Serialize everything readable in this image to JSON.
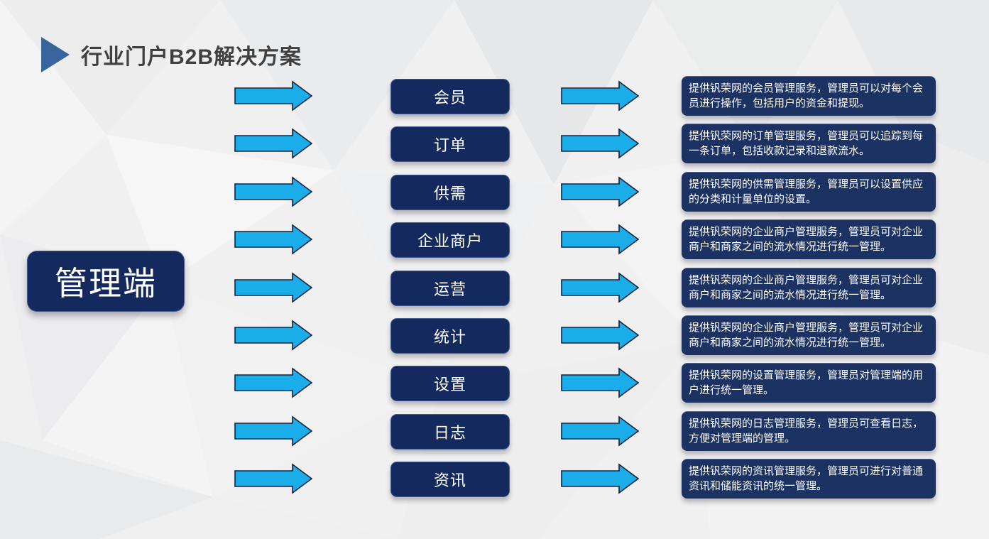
{
  "title": {
    "text": "行业门户B2B解决方案"
  },
  "left_panel": {
    "label": "管理端"
  },
  "rows": [
    {
      "label": "会员",
      "desc": "提供钒荣网的会员管理服务，管理员可以对每个会员进行操作，包括用户的资金和提现。"
    },
    {
      "label": "订单",
      "desc": "提供钒荣网的订单管理服务，管理员可以追踪到每一条订单，包括收款记录和退款流水。"
    },
    {
      "label": "供需",
      "desc": "提供钒荣网的供需管理服务，管理员可以设置供应的分类和计量单位的设置。"
    },
    {
      "label": "企业商户",
      "desc": "提供钒荣网的企业商户管理服务，管理员可对企业商户和商家之间的流水情况进行统一管理。"
    },
    {
      "label": "运营",
      "desc": "提供钒荣网的企业商户管理服务，管理员可对企业商户和商家之间的流水情况进行统一管理。"
    },
    {
      "label": "统计",
      "desc": "提供钒荣网的企业商户管理服务，管理员可对企业商户和商家之间的流水情况进行统一管理。"
    },
    {
      "label": "设置",
      "desc": "提供钒荣网的设置管理服务，管理员对管理端的用户进行统一管理。"
    },
    {
      "label": "日志",
      "desc": "提供钒荣网的日志管理服务，管理员可查看日志，方便对管理端的管理。"
    },
    {
      "label": "资讯",
      "desc": "提供钒荣网的资讯管理服务，管理员可进行对普通资讯和储能资讯的统一管理。"
    }
  ],
  "colors": {
    "box_navy": "#142a5f",
    "desc_navy": "#1c3263",
    "arrow_cyan": "#1badea",
    "arrow_outline": "#14233f",
    "title_triangle_blue": "#3a649c",
    "title_text": "#404040",
    "background": "#f0f0f1"
  }
}
